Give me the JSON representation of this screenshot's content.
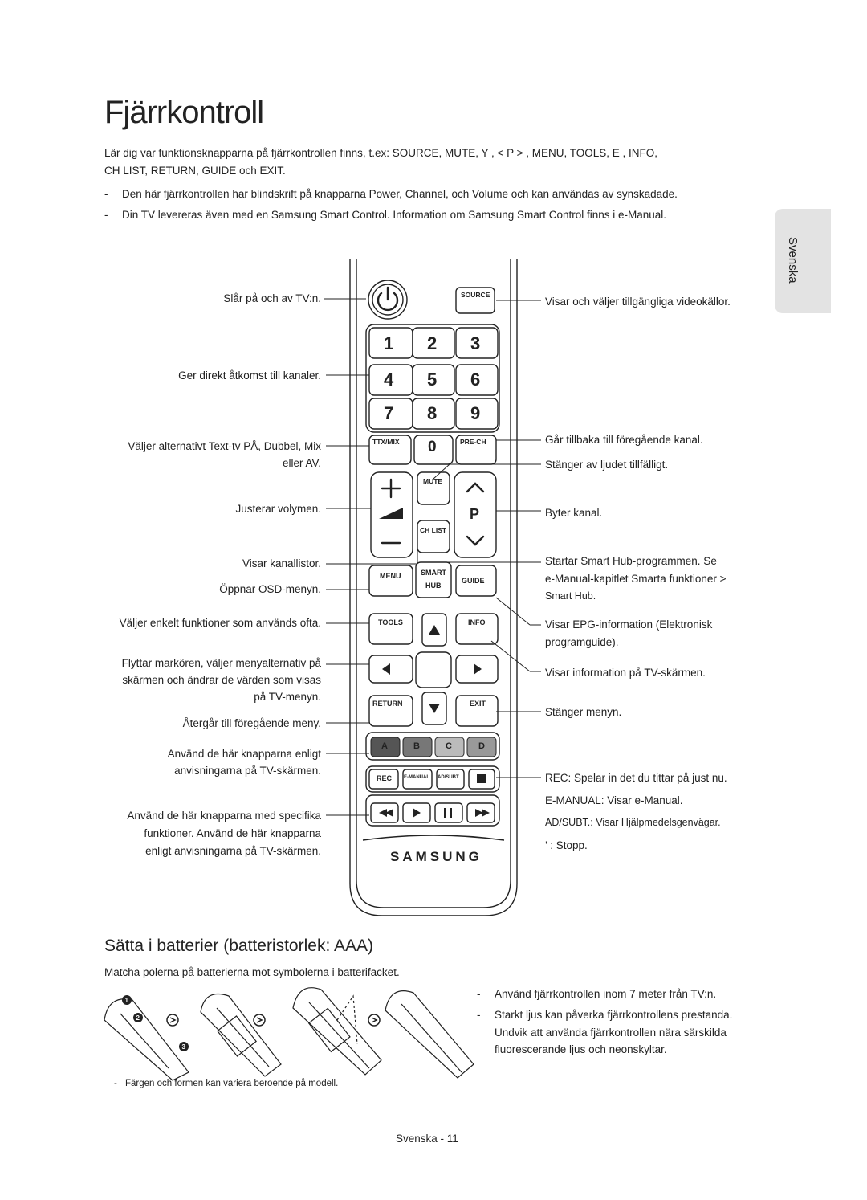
{
  "title": "Fjärrkontroll",
  "intro_line1": "Lär dig var funktionsknapparna på fjärrkontrollen finns, t.ex: SOURCE, MUTE, Y , < P > , MENU, TOOLS, E , INFO,",
  "intro_line2": "CH LIST, RETURN, GUIDE och EXIT.",
  "bullet1": "Den här fjärrkontrollen har blindskrift på knapparna Power, Channel, och Volume och kan användas av synskadade.",
  "bullet2": "Din TV levereras även med en Samsung Smart Control. Information om Samsung Smart Control finns i e-Manual.",
  "side_tab": "Svenska",
  "left_labels": {
    "power": "Slår på och av TV:n.",
    "numbers": "Ger direkt åtkomst till kanaler.",
    "ttx1": "Väljer alternativt Text-tv PÅ, Dubbel, Mix",
    "ttx2": "eller AV.",
    "volume": "Justerar volymen.",
    "chlist": "Visar kanallistor.",
    "menu": "Öppnar OSD-menyn.",
    "tools": "Väljer enkelt funktioner som används ofta.",
    "nav1": "Flyttar markören, väljer menyalternativ på",
    "nav2": "skärmen och ändrar de värden som visas",
    "nav3": "på TV-menyn.",
    "return": "Återgår till föregående meny.",
    "color1": "Använd de här knapparna enligt",
    "color2": "anvisningarna på TV-skärmen.",
    "media1": "Använd de här knapparna med specifika",
    "media2": "funktioner. Använd de här knapparna",
    "media3": "enligt anvisningarna på TV-skärmen."
  },
  "right_labels": {
    "source": "Visar och väljer tillgängliga videokällor.",
    "prech": "Går tillbaka till föregående kanal.",
    "mute": "Stänger av ljudet tillfälligt.",
    "channel": "Byter kanal.",
    "smarthub1": "Startar Smart Hub-programmen. Se",
    "smarthub2": "e-Manual-kapitlet Smarta funktioner >",
    "smarthub3": "Smart Hub.",
    "guide1": "Visar EPG-information (Elektronisk",
    "guide2": "programguide).",
    "info": "Visar information på TV-skärmen.",
    "exit": "Stänger menyn.",
    "rec": "REC: Spelar in det du tittar på just nu.",
    "emanual": "E-MANUAL: Visar e-Manual.",
    "adsubt": "AD/SUBT.: Visar Hjälpmedelsgenvägar.",
    "stop": "’ : Stopp."
  },
  "remote": {
    "source": "SOURCE",
    "digits": [
      "1",
      "2",
      "3",
      "4",
      "5",
      "6",
      "7",
      "8",
      "9"
    ],
    "ttx": "TTX/MIX",
    "zero": "0",
    "prech": "PRE-CH",
    "mute": "MUTE",
    "p": "P",
    "chlist": "CH LIST",
    "menu": "MENU",
    "smart": "SMART",
    "hub": "HUB",
    "guide": "GUIDE",
    "tools": "TOOLS",
    "info": "INFO",
    "return": "RETURN",
    "exit": "EXIT",
    "colors": [
      "A",
      "B",
      "C",
      "D"
    ],
    "rec": "REC",
    "emanual": "E-MANUAL",
    "adsubt": "AD/SUBT.",
    "brand": "SAMSUNG"
  },
  "battery_heading": "Sätta i batterier (batteristorlek: AAA)",
  "battery_intro": "Matcha polerna på batterierna mot symbolerna i batterifacket.",
  "battery_bullets": [
    "Använd fjärrkontrollen inom 7 meter från TV:n.",
    "Starkt ljus kan påverka fjärrkontrollens prestanda.",
    "Undvik att använda fjärrkontrollen nära särskilda",
    "fluorescerande ljus och neonskyltar."
  ],
  "battery_note": "Färgen och formen kan variera beroende på modell.",
  "page_number": "Svenska - 11"
}
